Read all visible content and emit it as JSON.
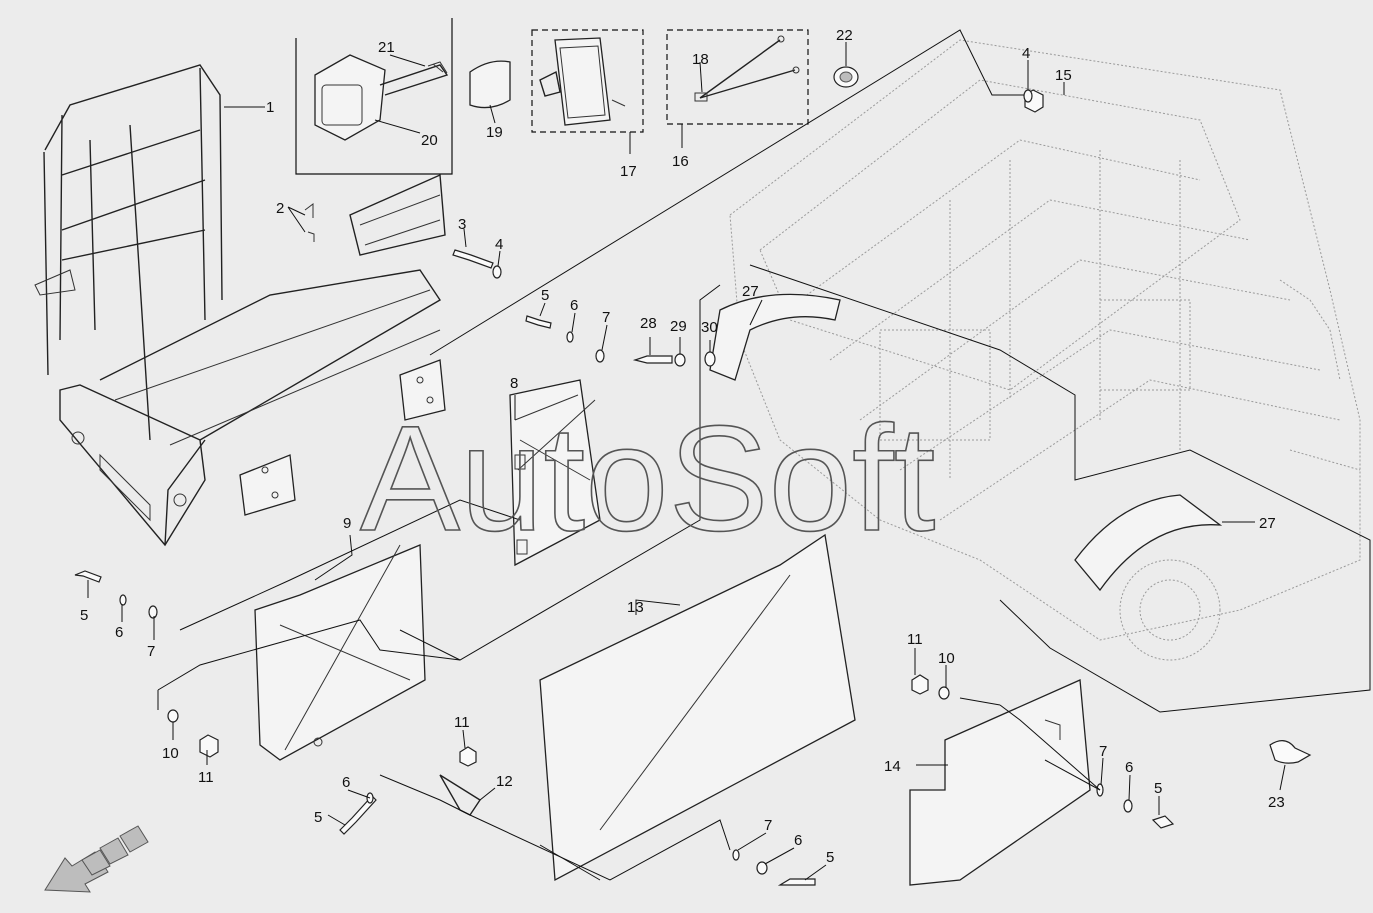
{
  "watermark": "AutoSoft",
  "callouts": {
    "c1": "1",
    "c2": "2",
    "c3": "3",
    "c4a": "4",
    "c4b": "4",
    "c5a": "5",
    "c5b": "5",
    "c5c": "5",
    "c5d": "5",
    "c5e": "5",
    "c6a": "6",
    "c6b": "6",
    "c6c": "6",
    "c6d": "6",
    "c6e": "6",
    "c7a": "7",
    "c7b": "7",
    "c7c": "7",
    "c7d": "7",
    "c8": "8",
    "c9": "9",
    "c10a": "10",
    "c10b": "10",
    "c11a": "11",
    "c11b": "11",
    "c11c": "11",
    "c12": "12",
    "c13": "13",
    "c14": "14",
    "c15": "15",
    "c16": "16",
    "c17": "17",
    "c18": "18",
    "c19": "19",
    "c20": "20",
    "c21": "21",
    "c22": "22",
    "c23": "23",
    "c27a": "27",
    "c27b": "27",
    "c28": "28",
    "c29": "29",
    "c30": "30"
  }
}
